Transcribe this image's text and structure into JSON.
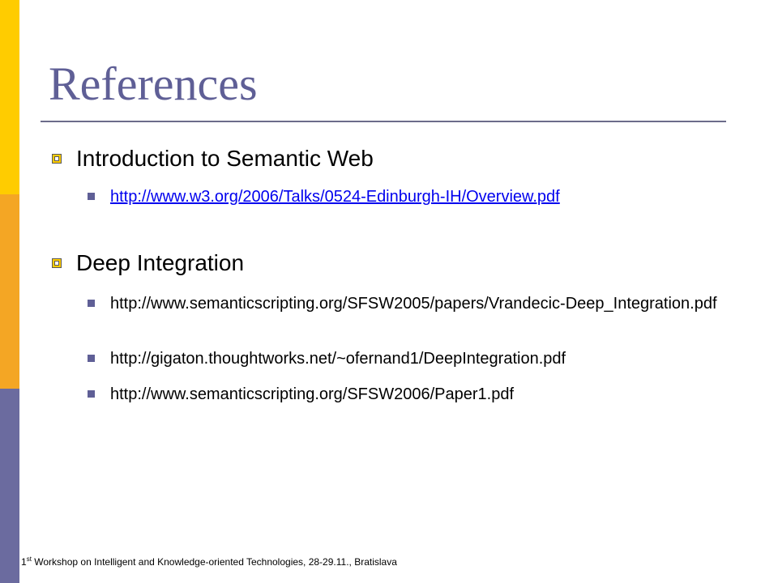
{
  "slide": {
    "title": "References"
  },
  "colors": {
    "bar_top": "#ffcc00",
    "bar_middle": "#f4a624",
    "bar_bottom": "#6b6b9f",
    "title": "#5f5f96",
    "link": "#0000ee"
  },
  "sections": [
    {
      "heading": "Introduction to Semantic Web",
      "items": [
        "http://www.w3.org/2006/Talks/0524-Edinburgh-IH/Overview.pdf"
      ]
    },
    {
      "heading": "Deep Integration",
      "items": [
        "http://www.semanticscripting.org/SFSW2005/papers/Vrandecic-Deep_Integration.pdf",
        "http://gigaton.thoughtworks.net/~ofernand1/DeepIntegration.pdf",
        "http://www.semanticscripting.org/SFSW2006/Paper1.pdf"
      ]
    }
  ],
  "footer": {
    "ordinal_number": "1",
    "ordinal_suffix": "st",
    "text": " Workshop on Intelligent and Knowledge-oriented Technologies, 28-29.11.,  Bratislava"
  }
}
